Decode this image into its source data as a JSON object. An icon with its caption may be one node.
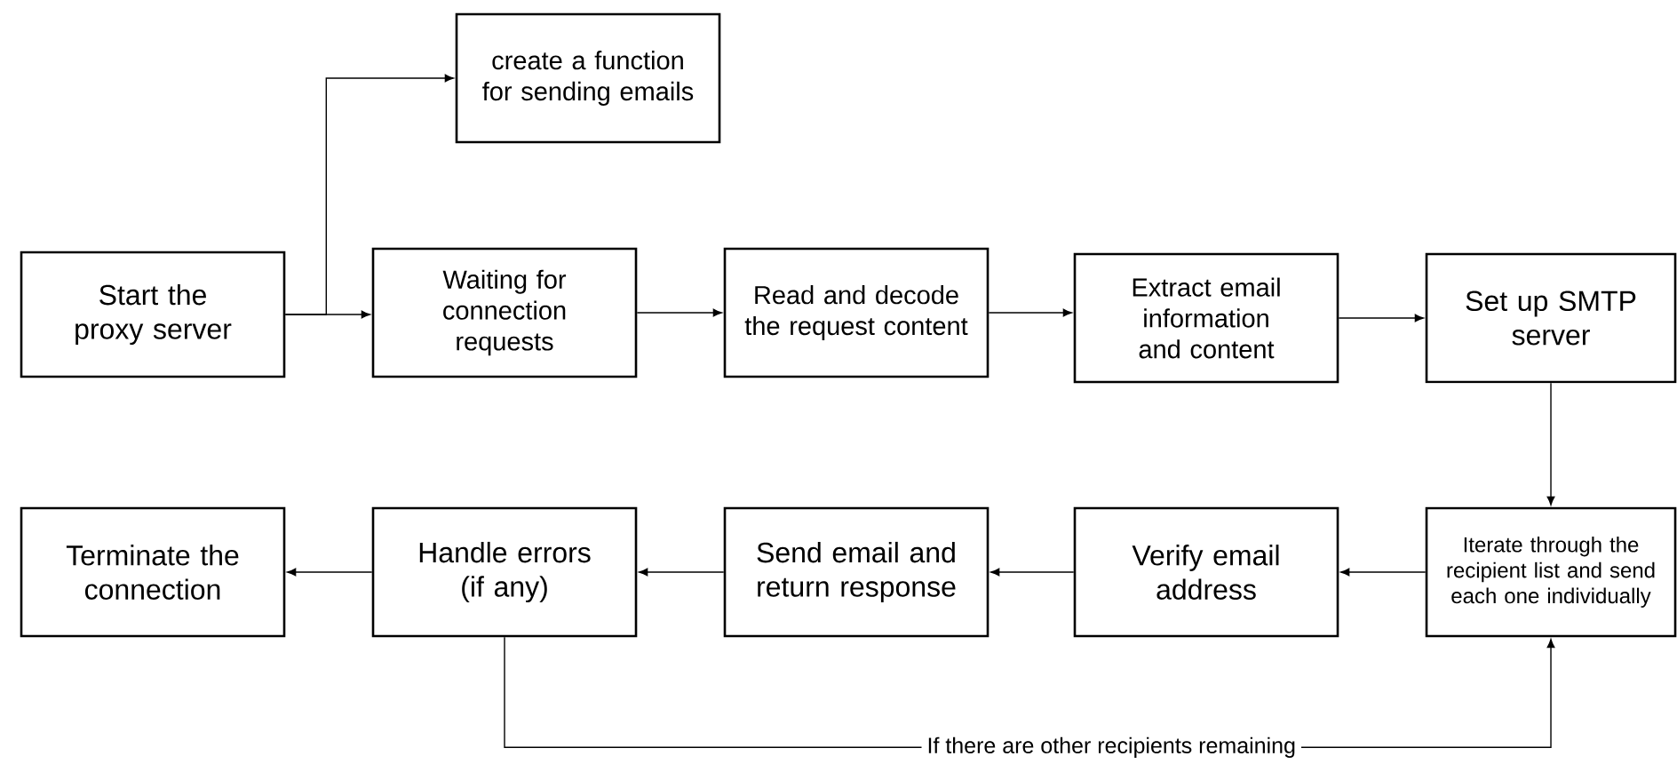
{
  "diagram": {
    "nodes": [
      {
        "text": [
          "Start the proxy server"
        ]
      },
      {
        "text": [
          "create a function for sending emails"
        ]
      },
      {
        "text": [
          "Waiting for connection requests"
        ]
      },
      {
        "text": [
          "Read and decode the request content"
        ]
      },
      {
        "text": [
          "Extract email information and content"
        ]
      },
      {
        "text": [
          "Set up SMTP server"
        ]
      },
      {
        "text": [
          "Iterate through the recipient list and send each one individually"
        ]
      },
      {
        "text": [
          "Verify email address"
        ]
      },
      {
        "text": [
          "Send email and return response"
        ]
      },
      {
        "text": [
          "Handle errors (if any)"
        ]
      },
      {
        "text": [
          "Terminate the connection"
        ]
      }
    ],
    "edges": [
      {
        "from": 0,
        "to": 1,
        "arrow": "to"
      },
      {
        "from": 0,
        "to": 2,
        "arrow": "to"
      },
      {
        "from": 2,
        "to": 3,
        "arrow": "to"
      },
      {
        "from": 3,
        "to": 4,
        "arrow": "to"
      },
      {
        "from": 4,
        "to": 5,
        "arrow": "to"
      },
      {
        "from": 5,
        "to": 6,
        "arrow": "to"
      },
      {
        "from": 6,
        "to": 7,
        "arrow": "to"
      },
      {
        "from": 7,
        "to": 8,
        "arrow": "to"
      },
      {
        "from": 8,
        "to": 9,
        "arrow": "to"
      },
      {
        "from": 9,
        "to": 10,
        "arrow": "to"
      },
      {
        "from": 9,
        "to": 6,
        "arrow": "to",
        "label": "If there are other recipients remaining"
      }
    ]
  }
}
